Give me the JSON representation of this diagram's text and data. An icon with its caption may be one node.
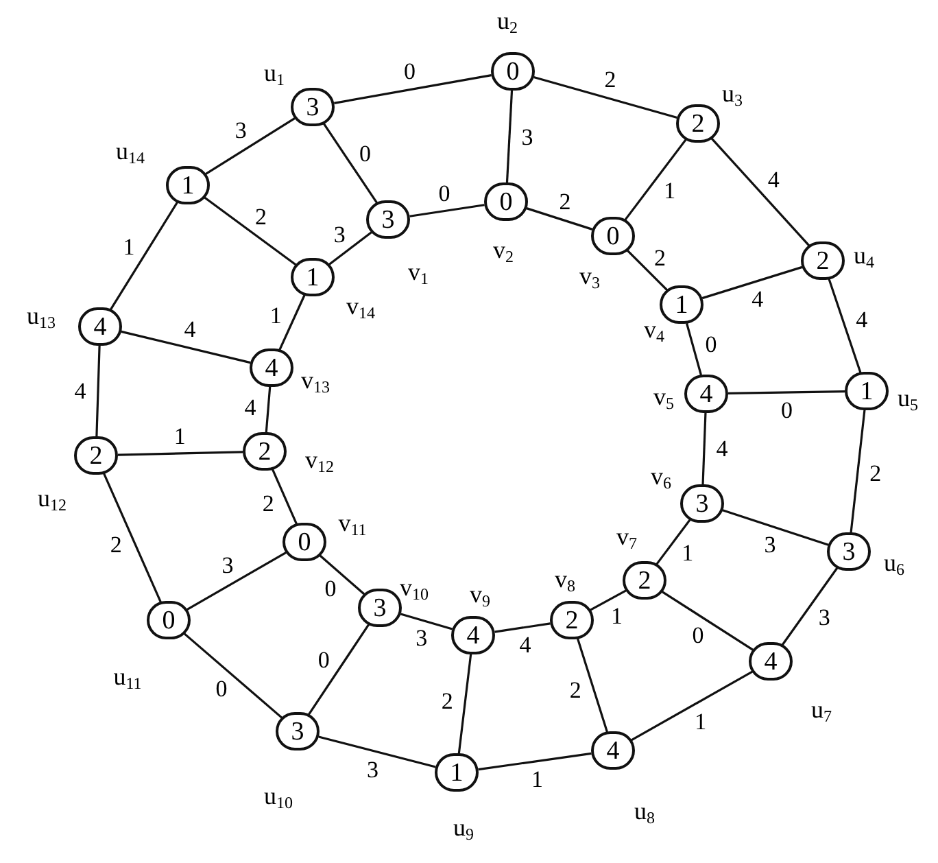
{
  "diagram": {
    "nodes": [
      {
        "text": [
          "3"
        ],
        "beside": [
          "u$_{1}$"
        ]
      },
      {
        "text": [
          "0"
        ],
        "beside": [
          "u$_{2}$"
        ]
      },
      {
        "text": [
          "2"
        ],
        "beside": [
          "u$_{3}$"
        ]
      },
      {
        "text": [
          "2"
        ],
        "beside": [
          "u$_{4}$"
        ]
      },
      {
        "text": [
          "1"
        ],
        "beside": [
          "u$_{5}$"
        ]
      },
      {
        "text": [
          "3"
        ],
        "beside": [
          "u$_{6}$"
        ]
      },
      {
        "text": [
          "4"
        ],
        "beside": [
          "u$_{7}$"
        ]
      },
      {
        "text": [
          "4"
        ],
        "beside": [
          "u$_{8}$"
        ]
      },
      {
        "text": [
          "1"
        ],
        "beside": [
          "u$_{9}$"
        ]
      },
      {
        "text": [
          "3"
        ],
        "beside": [
          "u$_{10}$"
        ]
      },
      {
        "text": [
          "0"
        ],
        "beside": [
          "u$_{11}$"
        ]
      },
      {
        "text": [
          "2"
        ],
        "beside": [
          "u$_{12}$"
        ]
      },
      {
        "text": [
          "4"
        ],
        "beside": [
          "u$_{13}$"
        ]
      },
      {
        "text": [
          "1"
        ],
        "beside": [
          "u$_{14}$"
        ]
      },
      {
        "text": [
          "3"
        ],
        "beside": [
          "v$_{1}$"
        ]
      },
      {
        "text": [
          "0"
        ],
        "beside": [
          "v$_{2}$"
        ]
      },
      {
        "text": [
          "0"
        ],
        "beside": [
          "v$_{3}$"
        ]
      },
      {
        "text": [
          "1"
        ],
        "beside": [
          "v$_{4}$"
        ]
      },
      {
        "text": [
          "4"
        ],
        "beside": [
          "v$_{5}$"
        ]
      },
      {
        "text": [
          "3"
        ],
        "beside": [
          "v$_{6}$"
        ]
      },
      {
        "text": [
          "2"
        ],
        "beside": [
          "v$_{7}$"
        ]
      },
      {
        "text": [
          "2"
        ],
        "beside": [
          "v$_{8}$"
        ]
      },
      {
        "text": [
          "4"
        ],
        "beside": [
          "v$_{9}$"
        ]
      },
      {
        "text": [
          "3"
        ],
        "beside": [
          "v$_{10}$"
        ]
      },
      {
        "text": [
          "0"
        ],
        "beside": [
          "v$_{11}$"
        ]
      },
      {
        "text": [
          "2"
        ],
        "beside": [
          "v$_{12}$"
        ]
      },
      {
        "text": [
          "4"
        ],
        "beside": [
          "v$_{13}$"
        ]
      },
      {
        "text": [
          "1"
        ],
        "beside": [
          "v$_{14}$"
        ]
      }
    ],
    "edges": [
      {
        "from": 0,
        "to": 1,
        "arrow": "none",
        "label": "0"
      },
      {
        "from": 1,
        "to": 2,
        "arrow": "none",
        "label": "2"
      },
      {
        "from": 2,
        "to": 3,
        "arrow": "none",
        "label": "4"
      },
      {
        "from": 3,
        "to": 4,
        "arrow": "none",
        "label": "4"
      },
      {
        "from": 4,
        "to": 5,
        "arrow": "none",
        "label": "2"
      },
      {
        "from": 5,
        "to": 6,
        "arrow": "none",
        "label": "3"
      },
      {
        "from": 6,
        "to": 7,
        "arrow": "none",
        "label": "1"
      },
      {
        "from": 7,
        "to": 8,
        "arrow": "none",
        "label": "1"
      },
      {
        "from": 8,
        "to": 9,
        "arrow": "none",
        "label": "3"
      },
      {
        "from": 9,
        "to": 10,
        "arrow": "none",
        "label": "0"
      },
      {
        "from": 10,
        "to": 11,
        "arrow": "none",
        "label": "2"
      },
      {
        "from": 11,
        "to": 12,
        "arrow": "none",
        "label": "4"
      },
      {
        "from": 12,
        "to": 13,
        "arrow": "none",
        "label": "1"
      },
      {
        "from": 13,
        "to": 0,
        "arrow": "none",
        "label": "3"
      },
      {
        "from": 14,
        "to": 15,
        "arrow": "none",
        "label": "0"
      },
      {
        "from": 15,
        "to": 16,
        "arrow": "none",
        "label": "2"
      },
      {
        "from": 16,
        "to": 17,
        "arrow": "none",
        "label": "2"
      },
      {
        "from": 17,
        "to": 18,
        "arrow": "none",
        "label": "0"
      },
      {
        "from": 18,
        "to": 19,
        "arrow": "none",
        "label": "4"
      },
      {
        "from": 19,
        "to": 20,
        "arrow": "none",
        "label": "1"
      },
      {
        "from": 20,
        "to": 21,
        "arrow": "none",
        "label": "1"
      },
      {
        "from": 21,
        "to": 22,
        "arrow": "none",
        "label": "4"
      },
      {
        "from": 22,
        "to": 23,
        "arrow": "none",
        "label": "3"
      },
      {
        "from": 23,
        "to": 24,
        "arrow": "none",
        "label": "0"
      },
      {
        "from": 24,
        "to": 25,
        "arrow": "none",
        "label": "2"
      },
      {
        "from": 25,
        "to": 26,
        "arrow": "none",
        "label": "4"
      },
      {
        "from": 26,
        "to": 27,
        "arrow": "none",
        "label": "1"
      },
      {
        "from": 27,
        "to": 14,
        "arrow": "none",
        "label": "3"
      },
      {
        "from": 0,
        "to": 14,
        "arrow": "none",
        "label": "0"
      },
      {
        "from": 1,
        "to": 15,
        "arrow": "none",
        "label": "3"
      },
      {
        "from": 2,
        "to": 16,
        "arrow": "none",
        "label": "1"
      },
      {
        "from": 3,
        "to": 17,
        "arrow": "none",
        "label": "4"
      },
      {
        "from": 4,
        "to": 18,
        "arrow": "none",
        "label": "0"
      },
      {
        "from": 5,
        "to": 19,
        "arrow": "none",
        "label": "3"
      },
      {
        "from": 6,
        "to": 20,
        "arrow": "none",
        "label": "0"
      },
      {
        "from": 7,
        "to": 21,
        "arrow": "none",
        "label": "2"
      },
      {
        "from": 8,
        "to": 22,
        "arrow": "none",
        "label": "2"
      },
      {
        "from": 9,
        "to": 23,
        "arrow": "none",
        "label": "0"
      },
      {
        "from": 10,
        "to": 24,
        "arrow": "none",
        "label": "3"
      },
      {
        "from": 11,
        "to": 25,
        "arrow": "none",
        "label": "1"
      },
      {
        "from": 12,
        "to": 26,
        "arrow": "none",
        "label": "4"
      },
      {
        "from": 13,
        "to": 27,
        "arrow": "none",
        "label": "2"
      }
    ]
  }
}
